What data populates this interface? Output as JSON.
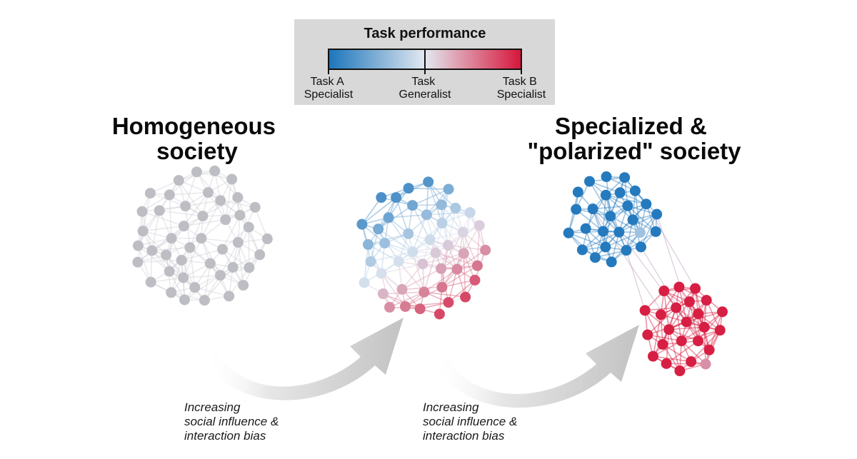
{
  "legend": {
    "title": "Task performance",
    "colors": {
      "task_a": "#1b75bb",
      "generalist": "#d9e2ee",
      "task_b": "#d6153a"
    },
    "ticks": [
      {
        "line1": "Task A",
        "line2": "Specialist"
      },
      {
        "line1": "Task",
        "line2": "Generalist"
      },
      {
        "line1": "Task B",
        "line2": "Specialist"
      }
    ]
  },
  "societies": {
    "homogeneous": {
      "line1": "Homogeneous",
      "line2": "society"
    },
    "specialized": {
      "line1": "Specialized &",
      "line2": "\"polarized\" society"
    }
  },
  "arrows": [
    {
      "line1": "Increasing",
      "line2": "social influence &",
      "line3": "interaction bias"
    },
    {
      "line1": "Increasing",
      "line2": "social influence &",
      "line3": "interaction bias"
    }
  ],
  "node_colors": {
    "neutral": "#bdbdc4",
    "neutral_edge": "#d0d0d6",
    "blue_edge": "#2a7fc0",
    "red_edge": "#d6153a",
    "arrow": "#c8c8c8"
  }
}
